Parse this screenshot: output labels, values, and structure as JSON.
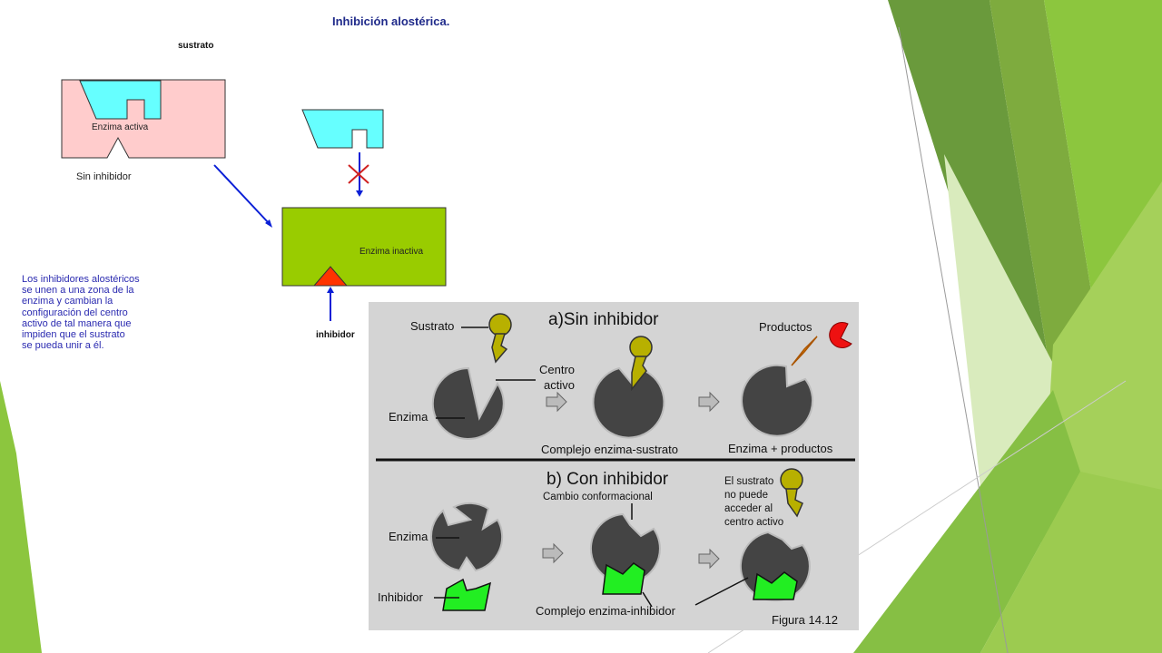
{
  "top_diagram": {
    "title": "Inhibición alostérica.",
    "substrate_label": "sustrato",
    "active_enzyme_label": "Enzima activa",
    "no_inhibitor_label": "Sin inhibidor",
    "inactive_enzyme_label": "Enzima inactiva",
    "inhibitor_label": "inhibidor",
    "description": "Los inhibidores alostéricos\nse unen a una zona de la\nenzima y cambian la\nconfiguración del centro\nactivo de tal manera  que\nimpiden que el sustrato\nse pueda unir a él."
  },
  "figure": {
    "section_a_title": "a)Sin inhibidor",
    "substrate_label": "Sustrato",
    "active_site_label_1": "Centro",
    "active_site_label_2": "activo",
    "enzyme_label": "Enzima",
    "complex_label": "Complejo enzima-sustrato",
    "products_label": "Productos",
    "enzyme_products_label": "Enzima + productos",
    "section_b_title": "b) Con inhibidor",
    "conformational_change_label": "Cambio conformacional",
    "enzyme_label_b": "Enzima",
    "inhibitor_label": "Inhibidor",
    "inhibitor_complex_label": "Complejo enzima-inhibidor",
    "cannot_access_1": "El sustrato",
    "cannot_access_2": "no puede",
    "cannot_access_3": "acceder al",
    "cannot_access_4": "centro activo",
    "figure_caption": "Figura 14.12"
  },
  "colors": {
    "slide_green_dark": "#6a9a3c",
    "slide_green": "#8cc63e",
    "slide_green_light": "#c9e2a0",
    "active_enzyme_fill": "#ffcccc",
    "substrate_fill": "#66ffff",
    "inactive_enzyme_fill": "#99cc00",
    "inhibitor_fill": "#ff3300",
    "arrow_blue": "#0a1fd6",
    "title_blue": "#1f2a8a",
    "enzyme_gray": "#444444",
    "substrate_olive": "#b8b000",
    "inhibitor_green": "#22ee22",
    "product_red": "#ee1111",
    "product_orange": "#ff9900"
  }
}
